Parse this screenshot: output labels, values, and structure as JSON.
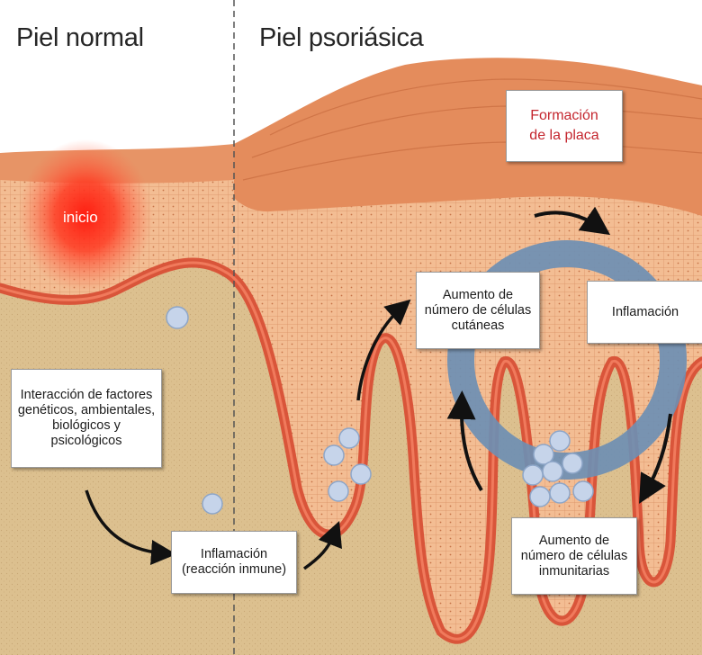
{
  "headings": {
    "normal": "Piel normal",
    "psoriatic": "Piel psoriásica"
  },
  "labels": {
    "start": "inicio",
    "plaque": "Formación\nde la placa",
    "factors": "Interacción de factores\ngenéticos, ambientales,\nbiológicos y\npsicológicos",
    "inflammation_immune": "Inflamación\n(reacción inmune)",
    "skin_cells": "Aumento de\nnúmero de células\ncutáneas",
    "inflammation": "Inflamación",
    "immune_cells": "Aumento de\nnúmero de células\ninmunitarias"
  },
  "colors": {
    "dermis": "#d8b98c",
    "epidermis": "#f0b487",
    "stratum_corneum": "#e48c5c",
    "vessel": "#d9553a",
    "cycle_ring": "#6e8fb3",
    "plaque_text": "#c4262e",
    "start_glow": "#ff2a1a"
  }
}
